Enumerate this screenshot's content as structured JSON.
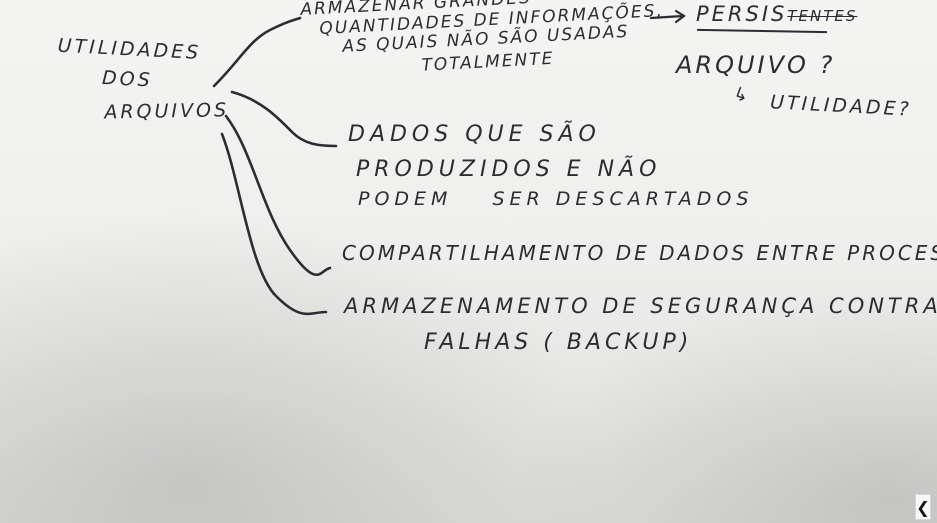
{
  "board": {
    "title_lines": [
      "UTILIDADES",
      "DOS",
      "ARQUIVOS"
    ],
    "item1_lines": [
      "ARMAZENAR GRANDES",
      "QUANTIDADES DE INFORMAÇÕES,",
      "AS QUAIS NÃO SÃO USADAS",
      "TOTALMENTE"
    ],
    "arrow_right": "→",
    "persist_word": "PERSIS",
    "persist_struck": "TENTES",
    "arquivo_question": "ARQUIVO ?",
    "utilidade_arrow": "↳",
    "utilidade_question": "UTILIDADE?",
    "item2_lines": [
      "DADOS QUE SÃO",
      "PRODUZIDOS E NÃO",
      "PODEM",
      "SER DESCARTADOS"
    ],
    "item3": "COMPARTILHAMENTO DE DADOS ENTRE PROCESSOS",
    "item4_lines": [
      "ARMAZENAMENTO DE SEGURANÇA CONTRA",
      "FALHAS ( BACKUP)"
    ]
  },
  "nav": {
    "chevron_icon": "chevron-left-icon",
    "chevron_glyph": "❮"
  },
  "colors": {
    "ink": "#2b2d33",
    "board": "#f0f0ee"
  }
}
